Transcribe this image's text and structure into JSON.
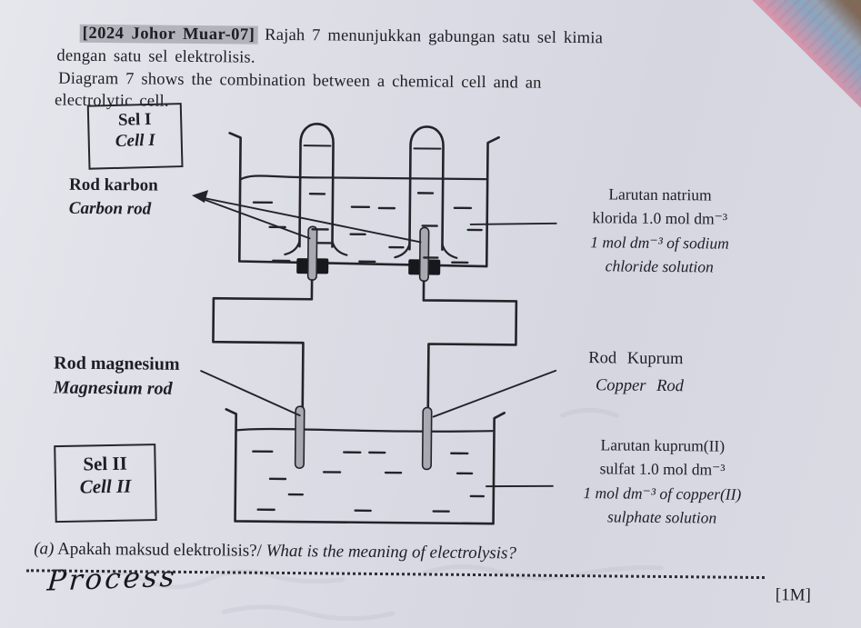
{
  "header": {
    "tag": "[2024 Johor Muar-07]",
    "line1": "Rajah 7 menunjukkan gabungan satu sel kimia",
    "line2": "dengan satu sel elektrolisis.",
    "line3": "Diagram 7 shows the combination between a chemical cell and an",
    "line4": "electrolytic cell."
  },
  "diagram": {
    "cell1_label": {
      "malay": "Sel I",
      "english": "Cell I"
    },
    "cell2_label": {
      "malay": "Sel II",
      "english": "Cell II"
    },
    "carbon_rod": {
      "malay": "Rod karbon",
      "english": "Carbon rod"
    },
    "magnesium_rod": {
      "malay": "Rod magnesium",
      "english": "Magnesium rod"
    },
    "copper_rod": {
      "malay": "Rod Kuprum",
      "english": "Copper Rod"
    },
    "sodium_chloride": {
      "malay_line1": "Larutan natrium",
      "malay_line2": "klorida 1.0 mol dm⁻³",
      "english_line1": "1 mol dm⁻³ of sodium",
      "english_line2": "chloride solution"
    },
    "copper_sulphate": {
      "malay_line1": "Larutan kuprum(II)",
      "malay_line2": "sulfat 1.0 mol dm⁻³",
      "english_line1": "1 mol dm⁻³ of copper(II)",
      "english_line2": "sulphate solution"
    }
  },
  "question": {
    "prefix": "(a)",
    "malay": "Apakah maksud elektrolisis?/",
    "english": "What is the meaning of electrolysis?",
    "handwritten_answer": "Process",
    "marks": "[1M]"
  },
  "colors": {
    "paper": "#dcdde5",
    "ink": "#1e1e24",
    "tag_highlight": "#b3b4bb",
    "corner_pink": "#e2a1b5",
    "corner_blue": "#8aa6c2",
    "corner_brown": "#7d6a57",
    "corner_grey": "#c3c4cb"
  }
}
